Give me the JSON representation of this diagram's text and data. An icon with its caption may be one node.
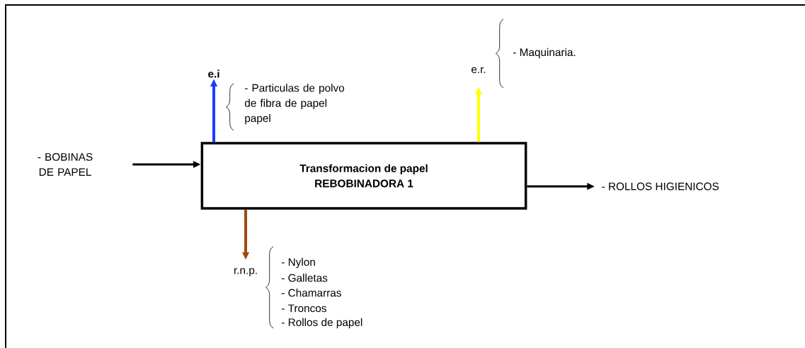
{
  "diagram": {
    "nodes": [
      {
        "text": [
          "- BOBINAS DE PAPEL"
        ]
      },
      {
        "text": [
          "Transformacion de papel REBOBINADORA 1"
        ]
      },
      {
        "text": [
          "e.i"
        ]
      },
      {
        "text": [
          "e.r."
        ]
      },
      {
        "text": [
          "r.n.p."
        ]
      },
      {
        "text": [
          "- ROLLOS HIGIENICOS"
        ]
      }
    ],
    "edges": [
      {
        "from": 0,
        "to": 1,
        "arrow": "to"
      },
      {
        "from": 1,
        "to": 2,
        "arrow": "to",
        "color": "#1a3cff"
      },
      {
        "from": 1,
        "to": 3,
        "arrow": "to",
        "color": "#ffff00"
      },
      {
        "from": 1,
        "to": 4,
        "arrow": "to",
        "color": "#a34a0c"
      },
      {
        "from": 1,
        "to": 5,
        "arrow": "to"
      }
    ],
    "labels": [
      "- Particulas de polvo de fibra de papel papel",
      "- Maquinaria.",
      "- Nylon",
      "- Galletas",
      "- Chamarras",
      "- Troncos",
      "- Rollos de papel"
    ]
  }
}
